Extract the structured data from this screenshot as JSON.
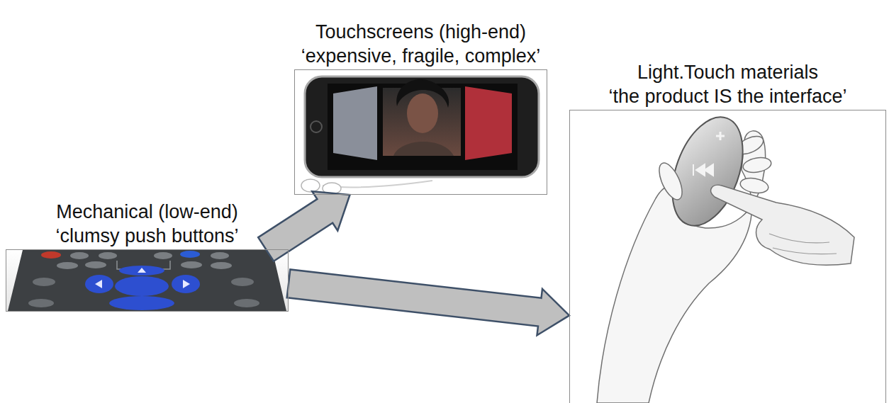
{
  "diagram": {
    "nodes": [
      {
        "text": [
          "Mechanical (low-end)",
          "‘clumsy push buttons’"
        ]
      },
      {
        "text": [
          "Touchscreens (high-end)",
          "‘expensive, fragile, complex’"
        ]
      },
      {
        "text": [
          "Light.Touch materials",
          "‘the product IS the interface’"
        ]
      }
    ],
    "edges": [
      {
        "from": 0,
        "to": 1,
        "arrow": "to"
      },
      {
        "from": 0,
        "to": 2,
        "arrow": "to"
      }
    ]
  }
}
